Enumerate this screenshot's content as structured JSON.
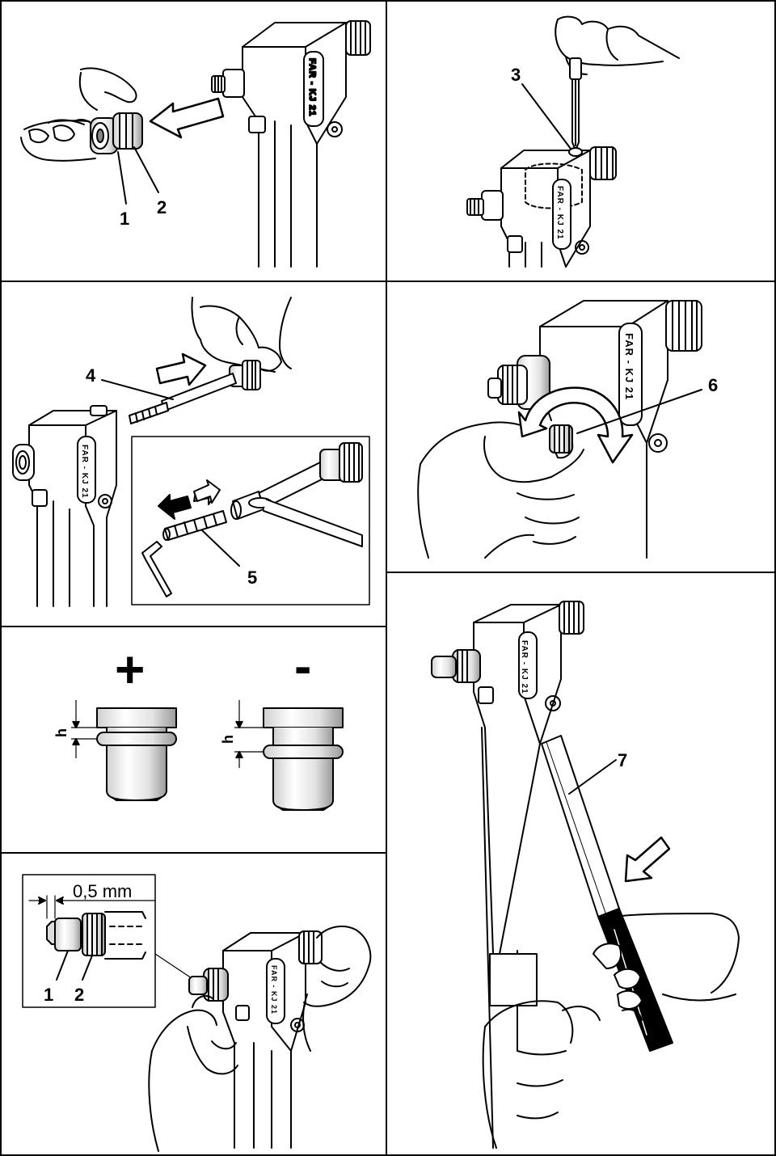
{
  "brand_marking": "FAR - KJ 21",
  "panels": {
    "p1": {
      "labels": [
        "1",
        "2"
      ]
    },
    "p2": {
      "labels": [
        "3"
      ]
    },
    "p3": {
      "labels": [
        "4",
        "5"
      ]
    },
    "p4": {
      "labels": [
        "6"
      ]
    },
    "p5": {
      "plus": "+",
      "minus": "-",
      "h_left": "h",
      "h_right": "h"
    },
    "p6": {
      "dimension": "0,5 mm",
      "labels": [
        "1",
        "2"
      ]
    },
    "p7": {
      "labels": [
        "7"
      ]
    }
  }
}
